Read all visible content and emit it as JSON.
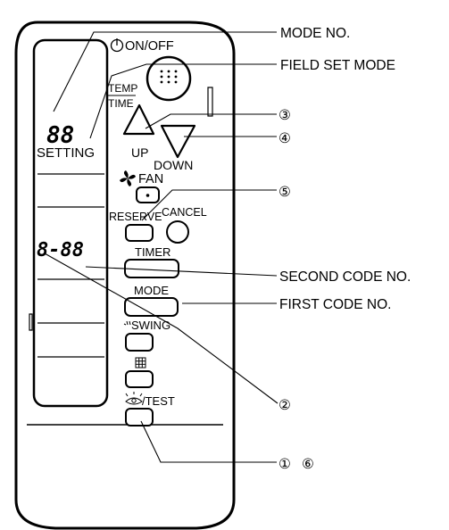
{
  "labels": {
    "on_off": "ON/OFF",
    "temp": "TEMP",
    "time": "TIME",
    "setting": "SETTING",
    "up": "UP",
    "down": "DOWN",
    "fan": "FAN",
    "reserve": "RESERVE",
    "cancel": "CANCEL",
    "timer": "TIMER",
    "mode": "MODE",
    "swing": "SWING",
    "test": "/TEST"
  },
  "display": {
    "mode_no": "88",
    "code_no": "8-88"
  },
  "callouts": {
    "mode_no": "MODE NO.",
    "field_set_mode": "FIELD SET MODE",
    "second_code_no": "SECOND CODE NO.",
    "first_code_no": "FIRST CODE NO.",
    "n3": "③",
    "n4": "④",
    "n5": "⑤",
    "n2": "②",
    "n1": "①",
    "n6": "⑥"
  }
}
